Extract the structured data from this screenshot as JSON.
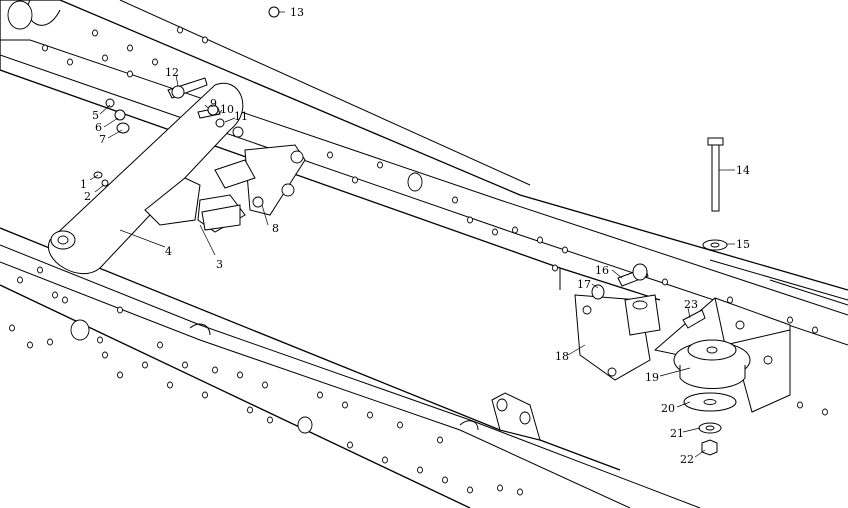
{
  "diagram": {
    "callouts": [
      {
        "id": "p1",
        "label": "1"
      },
      {
        "id": "p2",
        "label": "2"
      },
      {
        "id": "p3",
        "label": "3"
      },
      {
        "id": "p4",
        "label": "4"
      },
      {
        "id": "p5",
        "label": "5"
      },
      {
        "id": "p6",
        "label": "6"
      },
      {
        "id": "p7",
        "label": "7"
      },
      {
        "id": "p8",
        "label": "8"
      },
      {
        "id": "p9",
        "label": "9"
      },
      {
        "id": "p10",
        "label": "10"
      },
      {
        "id": "p11",
        "label": "11"
      },
      {
        "id": "p12",
        "label": "12"
      },
      {
        "id": "p13",
        "label": "13"
      },
      {
        "id": "p14",
        "label": "14"
      },
      {
        "id": "p15",
        "label": "15"
      },
      {
        "id": "p16",
        "label": "16"
      },
      {
        "id": "p17",
        "label": "17"
      },
      {
        "id": "p18",
        "label": "18"
      },
      {
        "id": "p19",
        "label": "19"
      },
      {
        "id": "p20",
        "label": "20"
      },
      {
        "id": "p21",
        "label": "21"
      },
      {
        "id": "p22",
        "label": "22"
      },
      {
        "id": "p23",
        "label": "23"
      }
    ]
  }
}
